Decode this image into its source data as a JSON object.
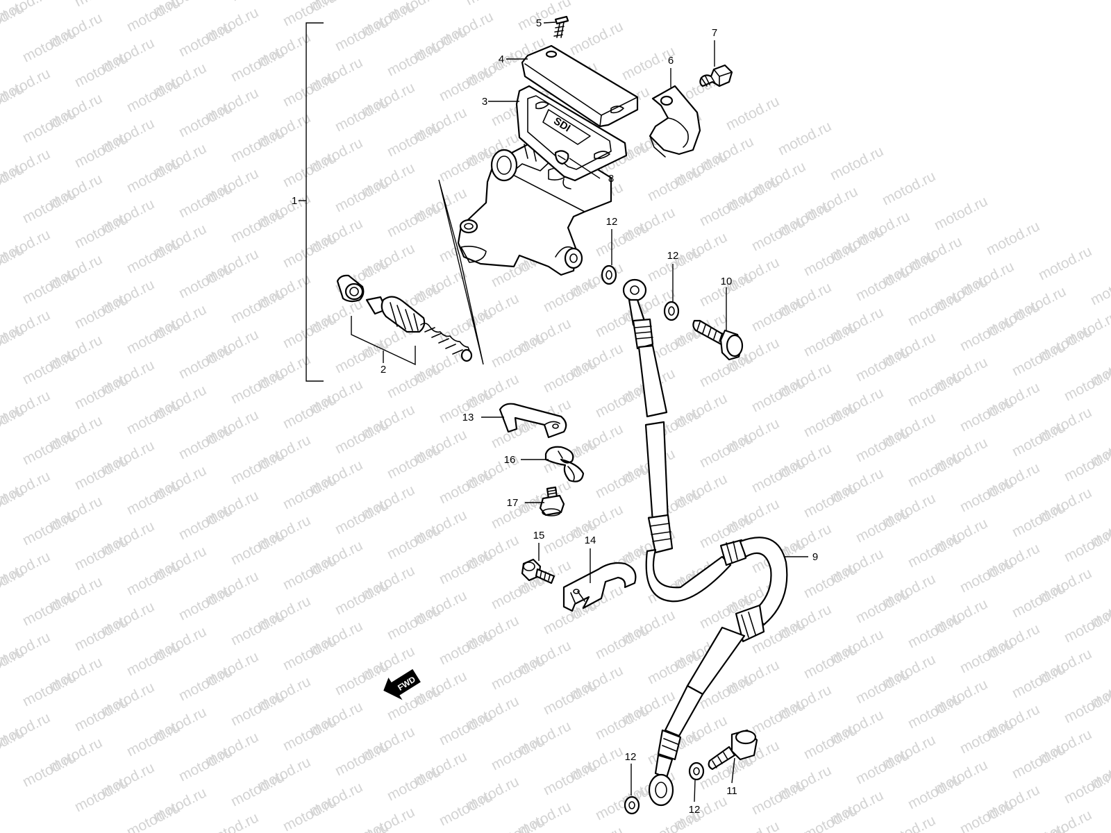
{
  "watermark": {
    "text": "motod.ru",
    "color": "#d3d3d3"
  },
  "callouts": [
    {
      "id": "1",
      "label": "1"
    },
    {
      "id": "2",
      "label": "2"
    },
    {
      "id": "3",
      "label": "3"
    },
    {
      "id": "4",
      "label": "4"
    },
    {
      "id": "5",
      "label": "5"
    },
    {
      "id": "6",
      "label": "6"
    },
    {
      "id": "7",
      "label": "7"
    },
    {
      "id": "8",
      "label": "8"
    },
    {
      "id": "9",
      "label": "9"
    },
    {
      "id": "10",
      "label": "10"
    },
    {
      "id": "11",
      "label": "11"
    },
    {
      "id": "12a",
      "label": "12"
    },
    {
      "id": "12b",
      "label": "12"
    },
    {
      "id": "12c",
      "label": "12"
    },
    {
      "id": "12d",
      "label": "12"
    },
    {
      "id": "13",
      "label": "13"
    },
    {
      "id": "14",
      "label": "14"
    },
    {
      "id": "15",
      "label": "15"
    },
    {
      "id": "16",
      "label": "16"
    },
    {
      "id": "17",
      "label": "17"
    }
  ],
  "fwd_badge": {
    "label": "FWD"
  },
  "reservoir_mark": {
    "label": "SDI"
  }
}
